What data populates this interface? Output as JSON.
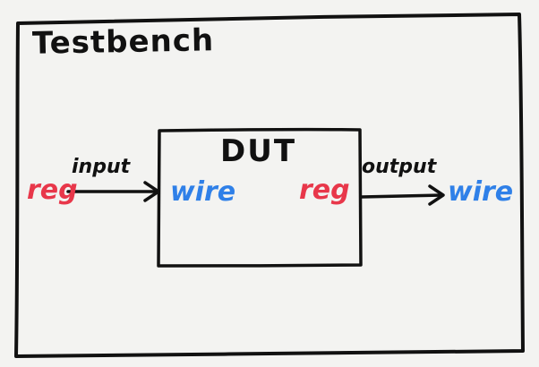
{
  "testbench": {
    "title": "Testbench"
  },
  "dut": {
    "title": "DUT"
  },
  "arrows": {
    "input_label": "input",
    "output_label": "output"
  },
  "signals": {
    "tb_input_type": "reg",
    "dut_input_type": "wire",
    "dut_output_type": "reg",
    "tb_output_type": "wire"
  },
  "colors": {
    "reg": "#e8374a",
    "wire": "#2f80e8",
    "ink": "#111111",
    "paper": "#f3f3f1"
  }
}
